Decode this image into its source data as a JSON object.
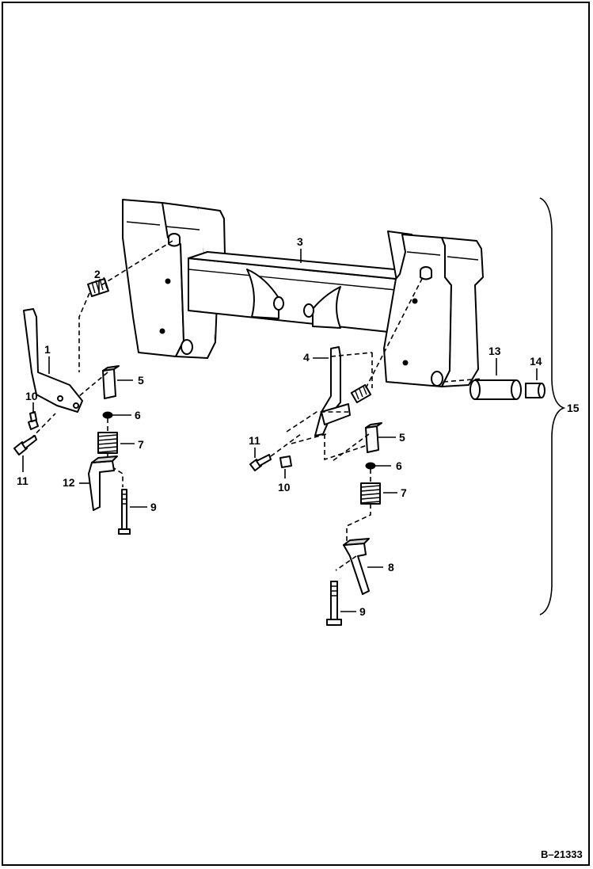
{
  "figure_id": "B–21333",
  "callouts": [
    {
      "id": "c1",
      "text": "1"
    },
    {
      "id": "c2",
      "text": "2"
    },
    {
      "id": "c3",
      "text": "3"
    },
    {
      "id": "c4",
      "text": "4"
    },
    {
      "id": "c5a",
      "text": "5"
    },
    {
      "id": "c5b",
      "text": "5"
    },
    {
      "id": "c6a",
      "text": "6"
    },
    {
      "id": "c6b",
      "text": "6"
    },
    {
      "id": "c7a",
      "text": "7"
    },
    {
      "id": "c7b",
      "text": "7"
    },
    {
      "id": "c8",
      "text": "8"
    },
    {
      "id": "c9a",
      "text": "9"
    },
    {
      "id": "c9b",
      "text": "9"
    },
    {
      "id": "c10a",
      "text": "10"
    },
    {
      "id": "c10b",
      "text": "10"
    },
    {
      "id": "c11a",
      "text": "11"
    },
    {
      "id": "c11b",
      "text": "11"
    },
    {
      "id": "c12",
      "text": "12"
    },
    {
      "id": "c13",
      "text": "13"
    },
    {
      "id": "c14",
      "text": "14"
    },
    {
      "id": "c15",
      "text": "15"
    }
  ]
}
